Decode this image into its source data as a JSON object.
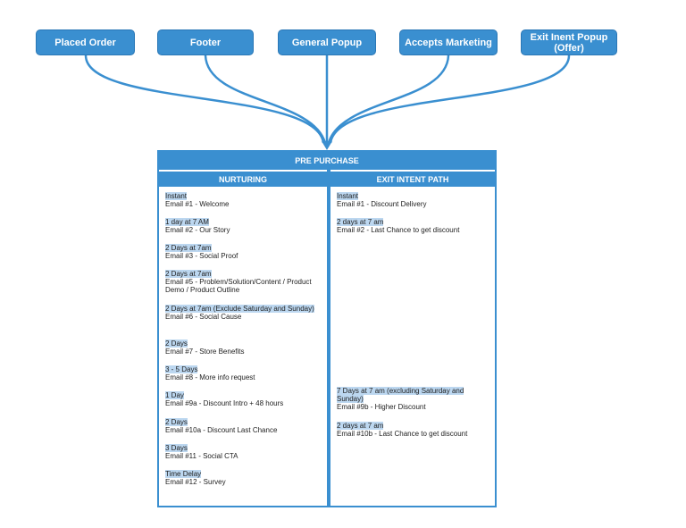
{
  "sources": [
    {
      "label": "Placed Order"
    },
    {
      "label": "Footer"
    },
    {
      "label": "General Popup"
    },
    {
      "label": "Accepts Marketing"
    },
    {
      "label": "Exit Inent Popup\n(Offer)"
    }
  ],
  "table": {
    "title": "PRE PURCHASE",
    "columns": [
      {
        "header": "NURTURING",
        "items": [
          {
            "delay": "Instant",
            "email": "Email #1 - Welcome"
          },
          {
            "delay": "1 day at 7 AM",
            "email": "Email #2 - Our Story"
          },
          {
            "delay": "2 Days at 7am",
            "email": "Email #3 - Social Proof"
          },
          {
            "delay": "2 Days at 7am",
            "email": "Email #5 - Problem/Solution/Content / Product Demo / Product Outline"
          },
          {
            "delay": "2 Days at 7am (Exclude Saturday and Sunday)",
            "email": "Email #6 - Social Cause"
          },
          {
            "delay": "2 Days",
            "email": "Email #7 - Store Benefits"
          },
          {
            "delay": "3 - 5 Days",
            "email": "Email #8 - More info request"
          },
          {
            "delay": "1 Day",
            "email": "Email #9a - Discount Intro + 48 hours"
          },
          {
            "delay": "2 Days",
            "email": "Email #10a - Discount Last Chance"
          },
          {
            "delay": "3 Days",
            "email": "Email #11 - Social CTA"
          },
          {
            "delay": "Time Delay",
            "email": "Email #12 - Survey"
          }
        ]
      },
      {
        "header": "EXIT INTENT PATH",
        "items": [
          {
            "delay": "Instant",
            "email": "Email #1 - Discount Delivery"
          },
          {
            "delay": "2 days at 7 am",
            "email": "Email #2 - Last Chance to get discount"
          },
          {
            "delay": "7 Days at 7 am (excluding Saturday and Sunday)",
            "email": "Email #9b - Higher Discount"
          },
          {
            "delay": "2 days at 7 am",
            "email": "Email #10b - Last Chance to get discount"
          }
        ]
      }
    ]
  },
  "colors": {
    "accent": "#3a8fd0",
    "highlight": "#bcd7f0"
  }
}
